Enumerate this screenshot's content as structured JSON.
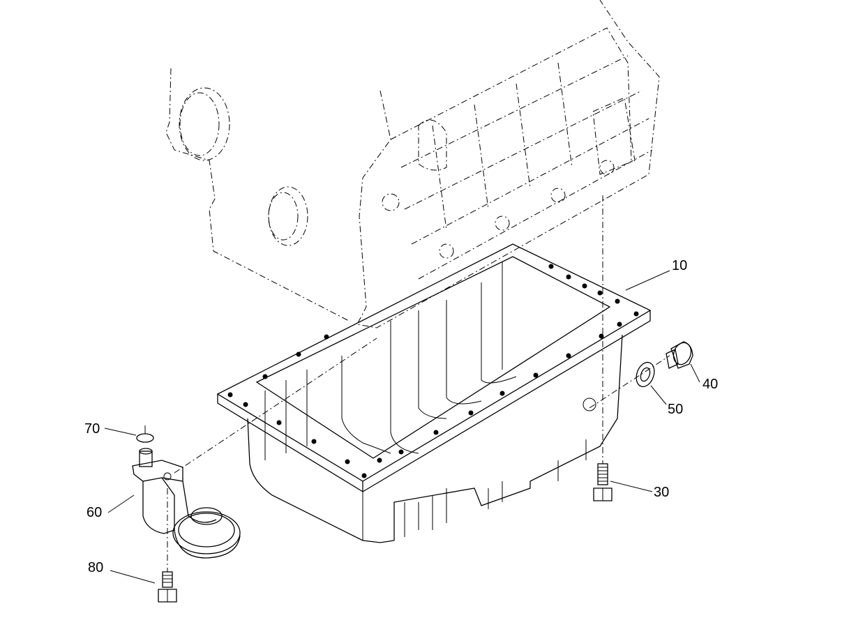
{
  "callouts": [
    {
      "id": "oil-pan",
      "number": "10"
    },
    {
      "id": "drain-bolt",
      "number": "30"
    },
    {
      "id": "drain-plug",
      "number": "40"
    },
    {
      "id": "sealing-washer",
      "number": "50"
    },
    {
      "id": "oil-strainer",
      "number": "60"
    },
    {
      "id": "o-ring",
      "number": "70"
    },
    {
      "id": "strainer-bolt",
      "number": "80"
    }
  ]
}
